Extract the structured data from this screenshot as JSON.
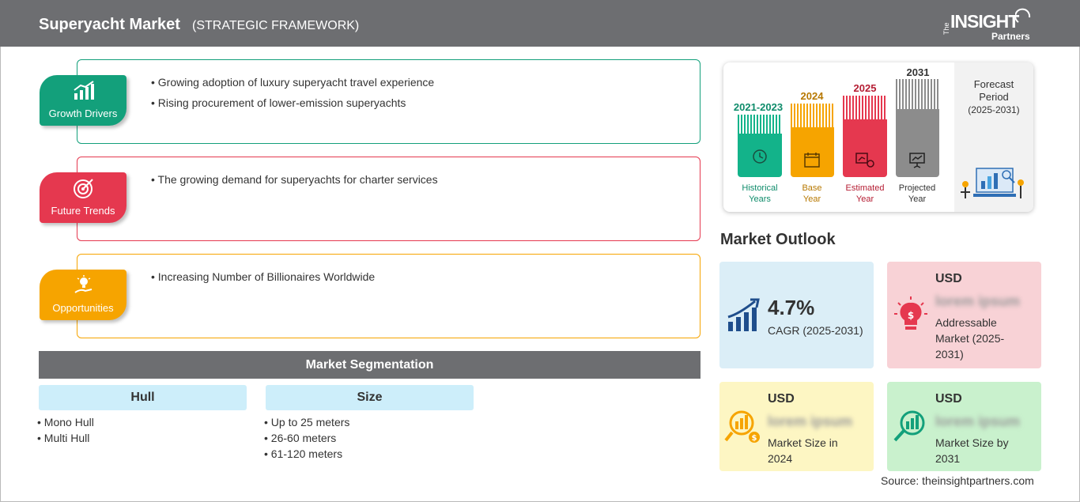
{
  "header": {
    "title": "Superyacht Market",
    "subtitle": "(STRATEGIC FRAMEWORK)",
    "logo_the": "The",
    "logo_insight": "INSIGHT",
    "logo_partners": "Partners"
  },
  "framework": [
    {
      "label": "Growth Drivers",
      "color": "#13a07b",
      "icon": "bar-chart-icon",
      "points": [
        "Growing adoption of luxury superyacht travel experience",
        "Rising procurement of lower-emission superyachts"
      ]
    },
    {
      "label": "Future Trends",
      "color": "#e5384f",
      "icon": "target-icon",
      "points": [
        "The growing demand for superyachts for charter services"
      ]
    },
    {
      "label": "Opportunities",
      "color": "#f6a400",
      "icon": "lightbulb-hand-icon",
      "points": [
        "Increasing Number of Billionaires Worldwide"
      ]
    }
  ],
  "segmentation": {
    "title": "Market Segmentation",
    "segments": [
      {
        "name": "Hull",
        "items": [
          "Mono Hull",
          "Multi Hull"
        ]
      },
      {
        "name": "Size",
        "items": [
          "Up to 25 meters",
          "26-60 meters",
          "61-120 meters"
        ]
      }
    ]
  },
  "timeline": {
    "periods": [
      {
        "year": "2021-2023",
        "label1": "Historical",
        "label2": "Years",
        "color": "#13b38a",
        "text_color": "#0f8c6b",
        "icon": "history-icon"
      },
      {
        "year": "2024",
        "label1": "Base",
        "label2": "Year",
        "color": "#f6a400",
        "text_color": "#b77800",
        "icon": "calendar-icon"
      },
      {
        "year": "2025",
        "label1": "Estimated",
        "label2": "Year",
        "color": "#e5384f",
        "text_color": "#b51d33",
        "icon": "estimate-icon"
      },
      {
        "year": "2031",
        "label1": "Projected",
        "label2": "Year",
        "color": "#8c8c8c",
        "text_color": "#333333",
        "icon": "presentation-icon"
      }
    ],
    "forecast_title_1": "Forecast",
    "forecast_title_2": "Period",
    "forecast_range": "(2025-2031)"
  },
  "outlook": {
    "title": "Market Outlook",
    "cagr": {
      "value": "4.7%",
      "label": "CAGR (2025-2031)",
      "bg": "#dbeef7",
      "icon": "growth-chart-icon"
    },
    "addressable": {
      "currency": "USD",
      "value": "lorem ipsum",
      "label_1": "Addressable",
      "label_2": "Market (2025-",
      "label_3": "2031)",
      "bg": "#f8d2d6",
      "icon": "lightbulb-dollar-icon"
    },
    "size_2024": {
      "currency": "USD",
      "value": "lorem ipsum",
      "label_1": "Market Size in",
      "label_2": "2024",
      "bg": "#fdf6c3",
      "icon": "magnifier-dollar-icon"
    },
    "size_2031": {
      "currency": "USD",
      "value": "lorem ipsum",
      "label_1": "Market Size by",
      "label_2": "2031",
      "bg": "#c9f1cd",
      "icon": "magnifier-chart-icon"
    }
  },
  "source": "Source: theinsightpartners.com"
}
